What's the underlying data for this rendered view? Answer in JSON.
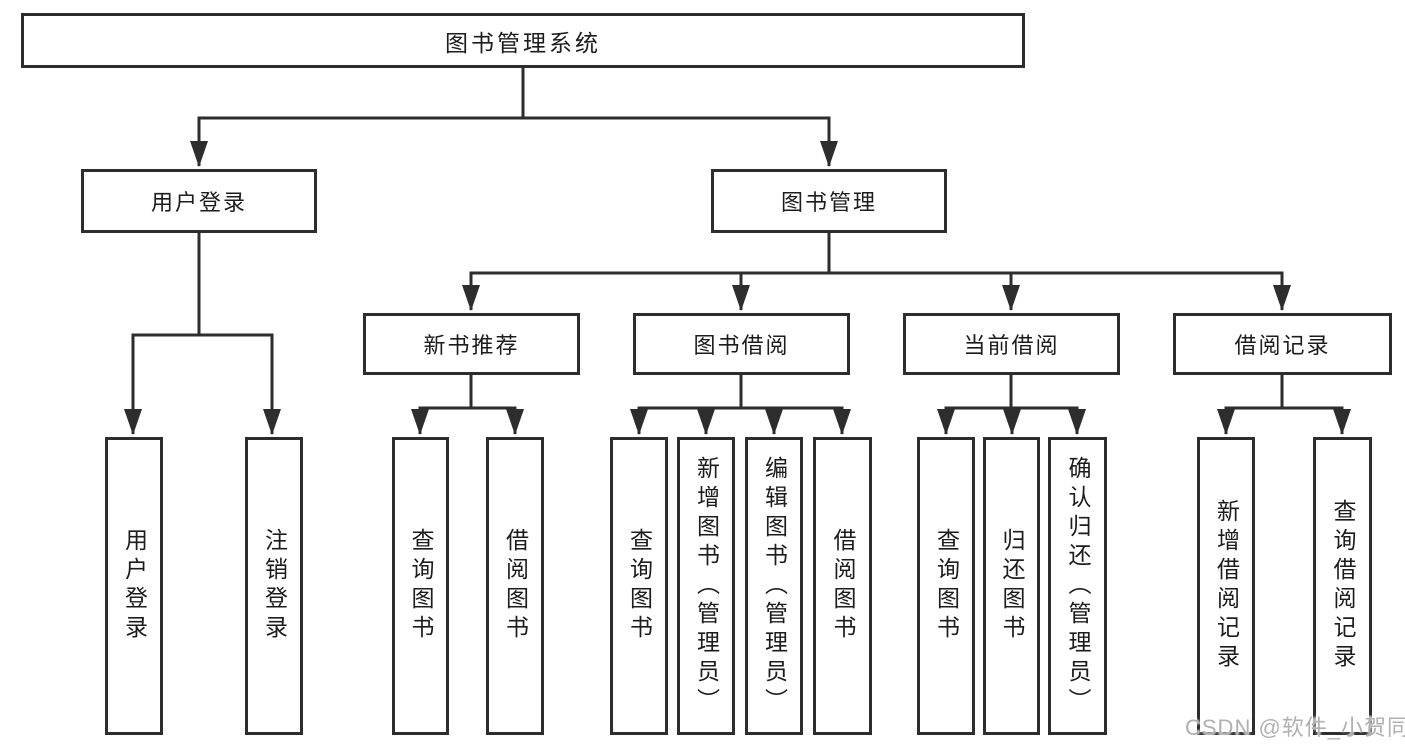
{
  "diagram_title": "图书管理系统",
  "nodes": {
    "root": {
      "label": "图书管理系统"
    },
    "user_login": {
      "label": "用户登录"
    },
    "book_management": {
      "label": "图书管理"
    },
    "new_book_recommend": {
      "label": "新书推荐"
    },
    "book_borrowing": {
      "label": "图书借阅"
    },
    "current_borrowing": {
      "label": "当前借阅"
    },
    "borrowing_records": {
      "label": "借阅记录"
    },
    "leaf_user_login": {
      "label": "用户登录"
    },
    "leaf_logout": {
      "label": "注销登录"
    },
    "leaf_nb_query_books": {
      "label": "查询图书"
    },
    "leaf_nb_borrow_books": {
      "label": "借阅图书"
    },
    "leaf_bb_query_books": {
      "label": "查询图书"
    },
    "leaf_bb_add_books": {
      "label": "新增图书（管理员）"
    },
    "leaf_bb_edit_books": {
      "label": "编辑图书（管理员）"
    },
    "leaf_bb_borrow_books": {
      "label": "借阅图书"
    },
    "leaf_cb_query_books": {
      "label": "查询图书"
    },
    "leaf_cb_return_books": {
      "label": "归还图书"
    },
    "leaf_cb_confirm_return": {
      "label": "确认归还（管理员）"
    },
    "leaf_br_add_record": {
      "label": "新增借阅记录"
    },
    "leaf_br_query_record": {
      "label": "查询借阅记录"
    }
  },
  "hierarchy": {
    "root": "图书管理系统",
    "children": [
      {
        "label": "用户登录",
        "children": [
          "用户登录",
          "注销登录"
        ]
      },
      {
        "label": "图书管理",
        "children": [
          {
            "label": "新书推荐",
            "children": [
              "查询图书",
              "借阅图书"
            ]
          },
          {
            "label": "图书借阅",
            "children": [
              "查询图书",
              "新增图书（管理员）",
              "编辑图书（管理员）",
              "借阅图书"
            ]
          },
          {
            "label": "当前借阅",
            "children": [
              "查询图书",
              "归还图书",
              "确认归还（管理员）"
            ]
          },
          {
            "label": "借阅记录",
            "children": [
              "新增借阅记录",
              "查询借阅记录"
            ]
          }
        ]
      }
    ]
  },
  "watermark": {
    "text": "CSDN @软件_小贺同学"
  },
  "colors": {
    "line": "#2d2d2d",
    "box_border": "#2d2d2d",
    "text": "#1c1c1c",
    "background": "#ffffff",
    "watermark_text": "#b0b0b0"
  }
}
